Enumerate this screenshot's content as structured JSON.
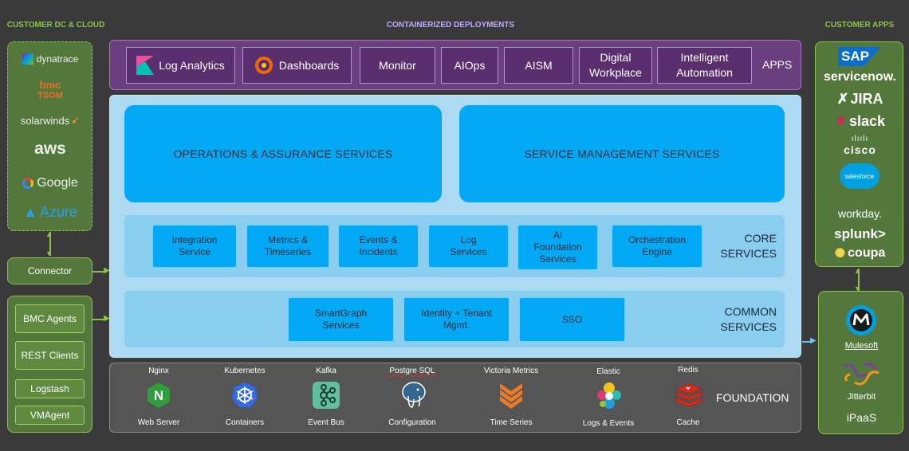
{
  "headers": {
    "left": "CUSTOMER DC & CLOUD",
    "center": "CONTAINERIZED DEPLOYMENTS",
    "right": "CUSTOMER APPS"
  },
  "left_logos": [
    "dynatrace",
    "bmc",
    "TSOM",
    "solarwinds",
    "aws",
    "Google",
    "Azure"
  ],
  "connector": "Connector",
  "ingest": [
    "BMC Agents",
    "REST Clients",
    "Logstash",
    "VMAgent"
  ],
  "apps": {
    "items": [
      "Log Analytics",
      "Dashboards",
      "Monitor",
      "AIOps",
      "AISM",
      "Digital Workplace",
      "Intelligent Automation"
    ],
    "label": "APPS"
  },
  "big_services": [
    "OPERATIONS & ASSURANCE SERVICES",
    "SERVICE MANAGEMENT SERVICES"
  ],
  "core": {
    "items": [
      "Integration Service",
      "Metrics & Timeseries",
      "Events & Incidents",
      "Log Services",
      "AI Foundation Services",
      "Orchestration Engine"
    ],
    "label": "CORE SERVICES"
  },
  "common": {
    "items": [
      "SmartGraph Services",
      "Identity + Tenant Mgmt.",
      "SSO"
    ],
    "label": "COMMON SERVICES"
  },
  "foundation": {
    "label": "FOUNDATION",
    "items": [
      {
        "tech": "Nginx",
        "role": "Web Server",
        "icon": "nginx-icon",
        "color": "#2e9e3a"
      },
      {
        "tech": "Kubernetes",
        "role": "Containers",
        "icon": "kubernetes-icon",
        "color": "#326ce5"
      },
      {
        "tech": "Kafka",
        "role": "Event Bus",
        "icon": "kafka-icon",
        "color": "#5fbf9e"
      },
      {
        "tech": "Postgre SQL",
        "role": "Configuration",
        "icon": "postgresql-icon",
        "color": "#336791"
      },
      {
        "tech": "Victoria Metrics",
        "role": "Time Series",
        "icon": "victoriametrics-icon",
        "color": "#e87b2a"
      },
      {
        "tech": "Elastic",
        "role": "Logs & Events",
        "icon": "elastic-icon",
        "color": "#f0c419"
      },
      {
        "tech": "Redis",
        "role": "Cache",
        "icon": "redis-icon",
        "color": "#d82c20"
      }
    ]
  },
  "right_logos": [
    "SAP",
    "servicenow.",
    "JIRA",
    "slack",
    "cisco",
    "salesforce",
    "workday.",
    "splunk>",
    "coupa"
  ],
  "ipaas": {
    "items": [
      "Mulesoft",
      "Jitterbit"
    ],
    "label": "iPaaS"
  },
  "colors": {
    "green": "#8bc34a",
    "purple": "#6a3f7e",
    "blue": "#03a9f4",
    "panel_blue": "#acdaf2"
  }
}
